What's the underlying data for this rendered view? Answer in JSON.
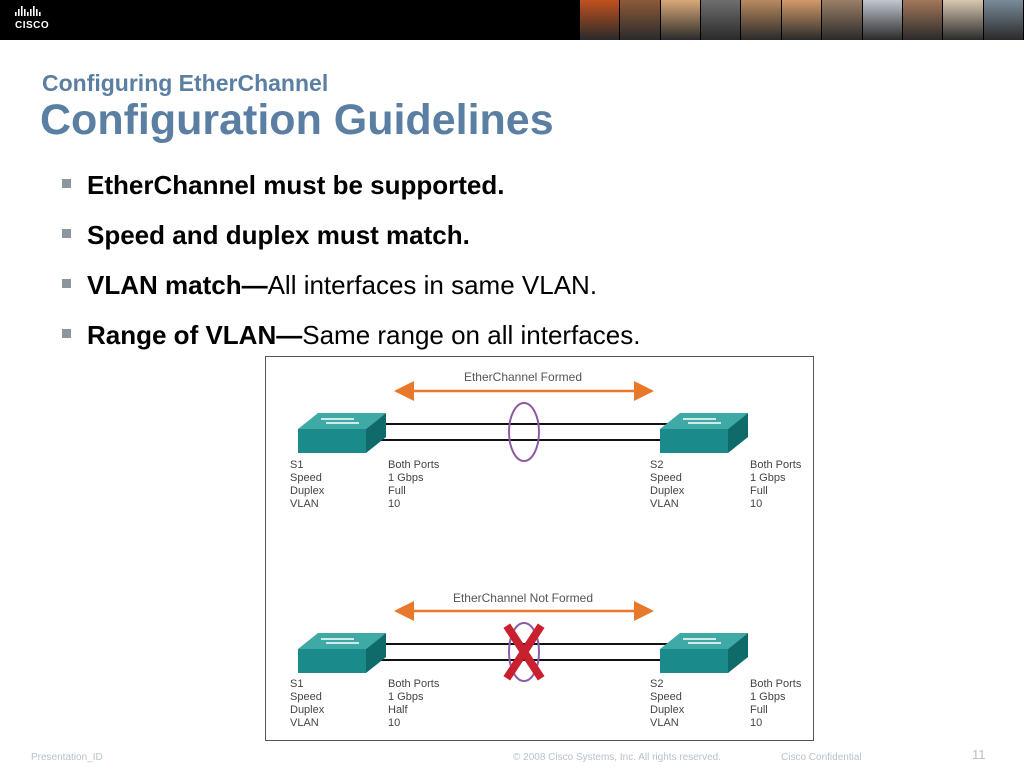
{
  "header": {
    "logo_text": "CISCO",
    "photo_colors": [
      "#c0521f",
      "#8d5a3a",
      "#d9a978",
      "#6e6e6e",
      "#b88a5f",
      "#d29a6a",
      "#9a7f66",
      "#bfc7cf",
      "#a2775a",
      "#d8c7b0",
      "#7a8b99"
    ]
  },
  "slide": {
    "subtitle": "Configuring EtherChannel",
    "title": "Configuration Guidelines",
    "bullets": [
      {
        "bold": "EtherChannel must be supported.",
        "normal": ""
      },
      {
        "bold": "Speed and duplex must match.",
        "normal": ""
      },
      {
        "bold": "VLAN match—",
        "normal": "All interfaces in same VLAN."
      },
      {
        "bold": "Range of VLAN—",
        "normal": "Same range on all interfaces."
      }
    ]
  },
  "diagram": {
    "top": {
      "caption": "EtherChannel Formed",
      "s1_labels": "S1\nSpeed\nDuplex\nVLAN",
      "s1_values": "Both Ports\n1 Gbps\nFull\n10",
      "s2_labels": "S2\nSpeed\nDuplex\nVLAN",
      "s2_values": "Both Ports\n1 Gbps\nFull\n10"
    },
    "bottom": {
      "caption": "EtherChannel Not Formed",
      "s1_labels": "S1\nSpeed\nDuplex\nVLAN",
      "s1_values": "Both Ports\n1 Gbps\nHalf\n10",
      "s2_labels": "S2\nSpeed\nDuplex\nVLAN",
      "s2_values": "Both Ports\n1 Gbps\nFull\n10"
    },
    "colors": {
      "switch": "#1a8a8a",
      "arrow": "#e8782a",
      "ring": "#8e5aa8",
      "x_mark": "#c8202e"
    }
  },
  "footer": {
    "presentation_id": "Presentation_ID",
    "copyright": "© 2008 Cisco Systems, Inc. All rights reserved.",
    "confidential": "Cisco Confidential",
    "page_number": "11"
  }
}
